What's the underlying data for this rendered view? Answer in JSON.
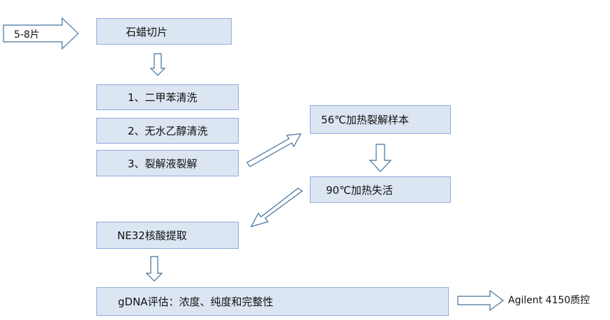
{
  "diagram": {
    "input_label": "5-8片",
    "section": "石蜡切片",
    "step1": "1、二甲苯清洗",
    "step2": "2、无水乙醇清洗",
    "step3": "3、裂解液裂解",
    "lysis": "56℃加热裂解样本",
    "inactivate": "90℃加热失活",
    "extract": "NE32核酸提取",
    "evaluate": "gDNA评估：浓度、纯度和完整性",
    "qc": "Agilent 4150质控"
  }
}
